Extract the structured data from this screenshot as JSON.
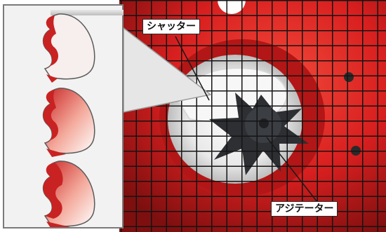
{
  "labels": {
    "shutter": "シャッター",
    "agitator": "アジテーター"
  },
  "colors": {
    "grid_red": "#d81f1f",
    "grid_line": "#1a1a1a",
    "inset_bg": "#f2f2f2",
    "inset_border": "#7a7a7a",
    "shutter_fill": "#c92222"
  },
  "inset": {
    "steps": [
      {
        "fill_level": 0.25
      },
      {
        "fill_level": 0.5
      },
      {
        "fill_level": 0.8
      }
    ]
  }
}
